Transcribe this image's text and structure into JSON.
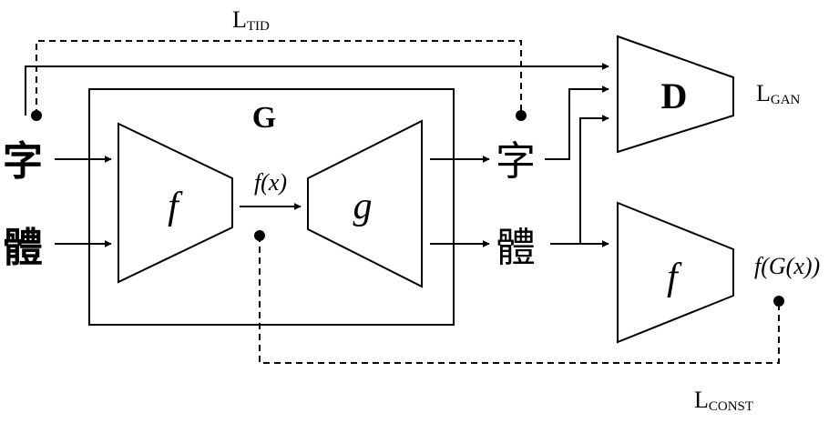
{
  "diagram": {
    "losses": {
      "tid_main": "L",
      "tid_sub": "TID",
      "gan_main": "L",
      "gan_sub": "GAN",
      "const_main": "L",
      "const_sub": "CONST"
    },
    "generator_label": "G",
    "encoder_label": "f",
    "decoder_label": "g",
    "embedding_label": "f(x)",
    "discriminator_label": "D",
    "encoder2_label": "f",
    "output_embedding_label": "f(G(x))",
    "input_chars": [
      "字",
      "體"
    ],
    "output_chars": [
      "字",
      "體"
    ]
  }
}
